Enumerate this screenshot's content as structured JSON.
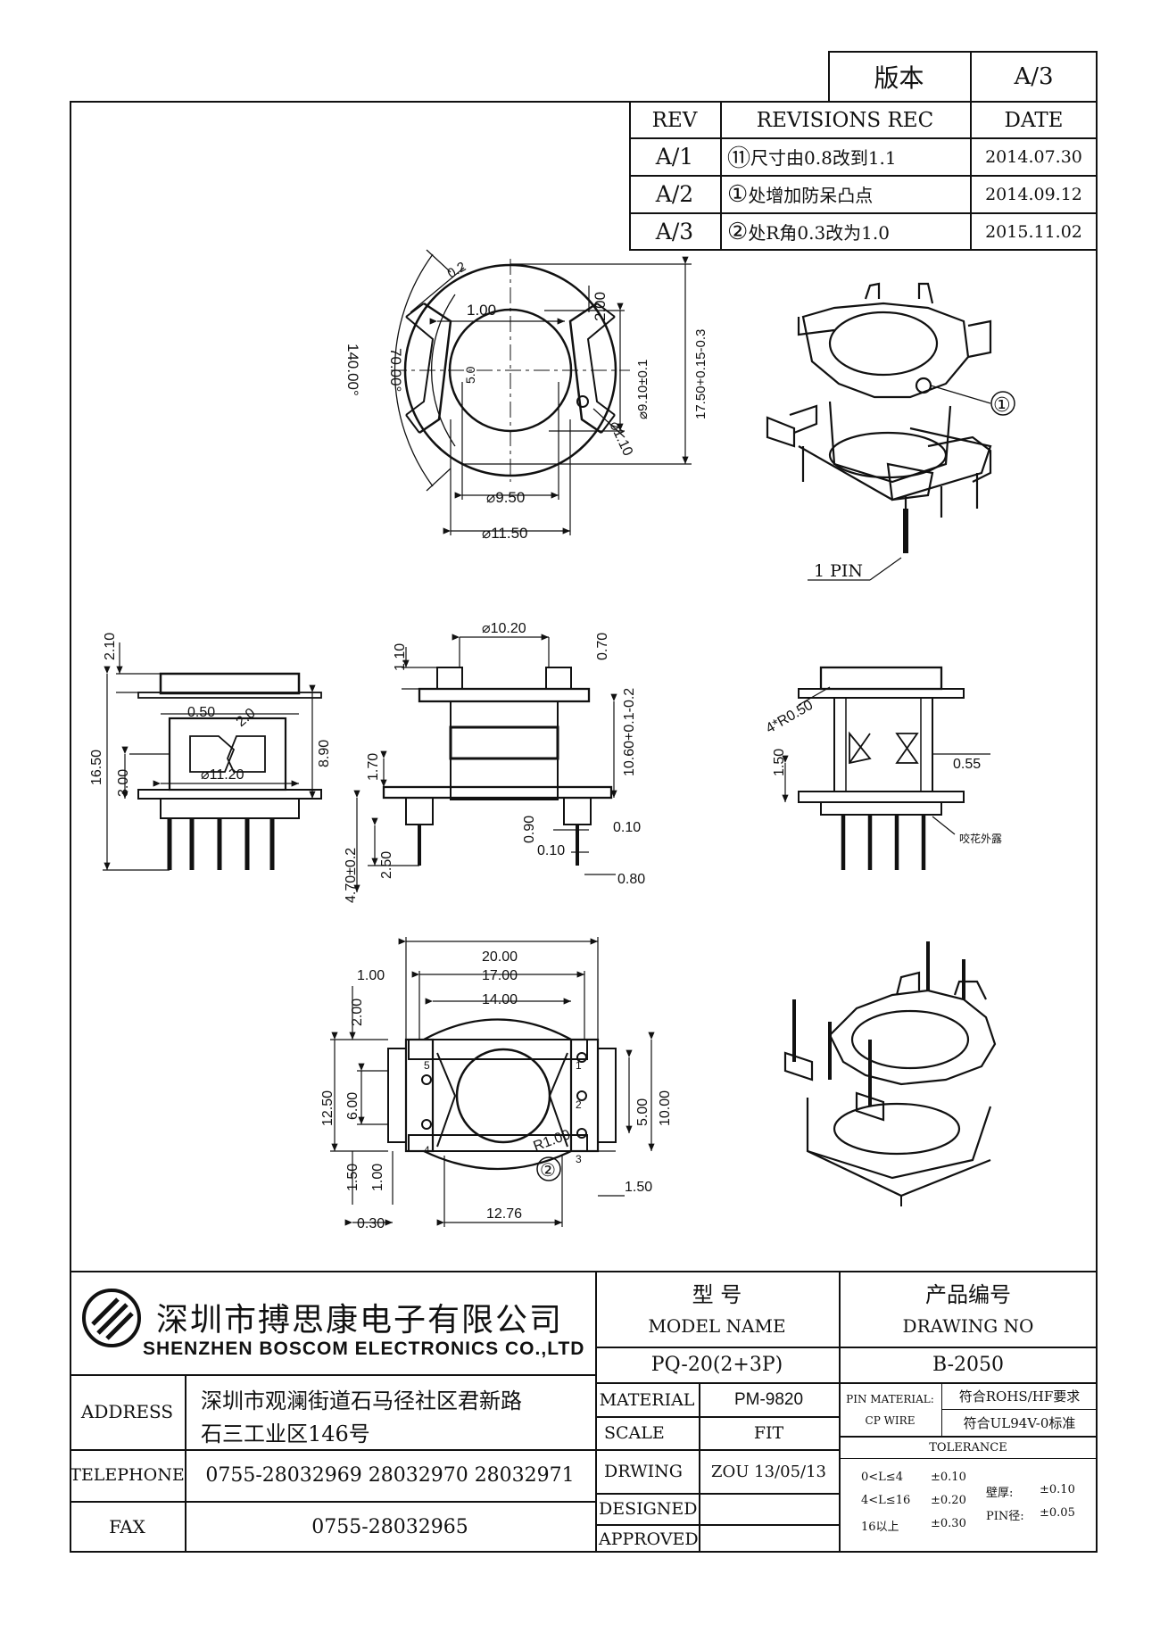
{
  "version_box": {
    "label": "版本",
    "value": "A/3"
  },
  "revisions": {
    "headers": {
      "rev": "REV",
      "rec": "REVISIONS REC",
      "date": "DATE"
    },
    "rows": [
      {
        "rev": "A/1",
        "mark": "⑪",
        "text": "尺寸由0.8改到1.1",
        "date": "2014.07.30"
      },
      {
        "rev": "A/2",
        "mark": "①",
        "text": "处增加防呆凸点",
        "date": "2014.09.12"
      },
      {
        "rev": "A/3",
        "mark": "②",
        "text": "处R角0.3改为1.0",
        "date": "2015.11.02"
      }
    ]
  },
  "drawing": {
    "top_view": {
      "dims": [
        "0.2",
        "1.00",
        "2.00",
        "140.00°",
        "70.00°",
        "5.0",
        "⌀9.10±0.1",
        "17.50+0.15-0.3",
        "⌀1.10",
        "⌀9.50",
        "⌀11.50"
      ]
    },
    "iso_top": {
      "callout": "①",
      "pin_label": "1 PIN"
    },
    "left_view": {
      "dims": [
        "2.10",
        "16.50",
        "0.50",
        "2.0",
        "8.90",
        "⌀11.20",
        "3.00"
      ]
    },
    "front_view": {
      "dims": [
        "⌀10.20",
        "1.10",
        "0.70",
        "1.70",
        "10.60+0.1-0.2",
        "4.70±0.2",
        "2.50",
        "0.90",
        "0.10",
        "0.10",
        "0.80"
      ]
    },
    "right_view": {
      "dims": [
        "4*R0.50",
        "1.50",
        "0.55"
      ],
      "note": "咬花外露"
    },
    "bottom_view": {
      "dims": [
        "20.00",
        "17.00",
        "14.00",
        "1.00",
        "2.00",
        "12.50",
        "6.00",
        "1.50",
        "1.00",
        "0.30",
        "12.76",
        "R1.00",
        "5.00",
        "10.00",
        "1.50"
      ],
      "pin_numbers": [
        "5",
        "4",
        "1",
        "2",
        "3"
      ],
      "callout": "②"
    }
  },
  "title_block": {
    "company_cn": "深圳市搏思康电子有限公司",
    "company_en": "SHENZHEN BOSCOM ELECTRONICS CO.,LTD",
    "model_header_cn": "型    号",
    "model_header_en": "MODEL NAME",
    "drawing_no_header_cn": "产品编号",
    "drawing_no_header_en": "DRAWING NO",
    "model_value": "PQ-20(2+3P)",
    "drawing_no_value": "B-2050",
    "address_label": "ADDRESS",
    "address_line1": "深圳市观澜街道石马径社区君新路",
    "address_line2": "石三工业区146号",
    "telephone_label": "TELEPHONE",
    "telephone_value": "0755-28032969 28032970 28032971",
    "fax_label": "FAX",
    "fax_value": "0755-28032965",
    "material_label": "MATERIAL",
    "material_value": "PM-9820",
    "scale_label": "SCALE",
    "scale_value": "FIT",
    "drwing_label": "DRWING",
    "drwing_value": "ZOU 13/05/13",
    "designed_label": "DESIGNED",
    "approved_label": "APPROVED",
    "pin_material_label": "PIN MATERIAL:",
    "cp_wire_label": "CP WIRE",
    "pin_material_value": "符合ROHS/HF要求",
    "cp_wire_value": "符合UL94V-0标准",
    "tolerance_header": "TOLERANCE",
    "tol_rows": [
      {
        "range": "0<L≤4",
        "value": "±0.10"
      },
      {
        "range": "4<L≤16",
        "value": "±0.20"
      },
      {
        "range": "16以上",
        "value": "±0.30"
      }
    ],
    "wall_label": "壁厚:",
    "wall_value": "±0.10",
    "pin_dia_label": "PIN径:",
    "pin_dia_value": "±0.05"
  }
}
